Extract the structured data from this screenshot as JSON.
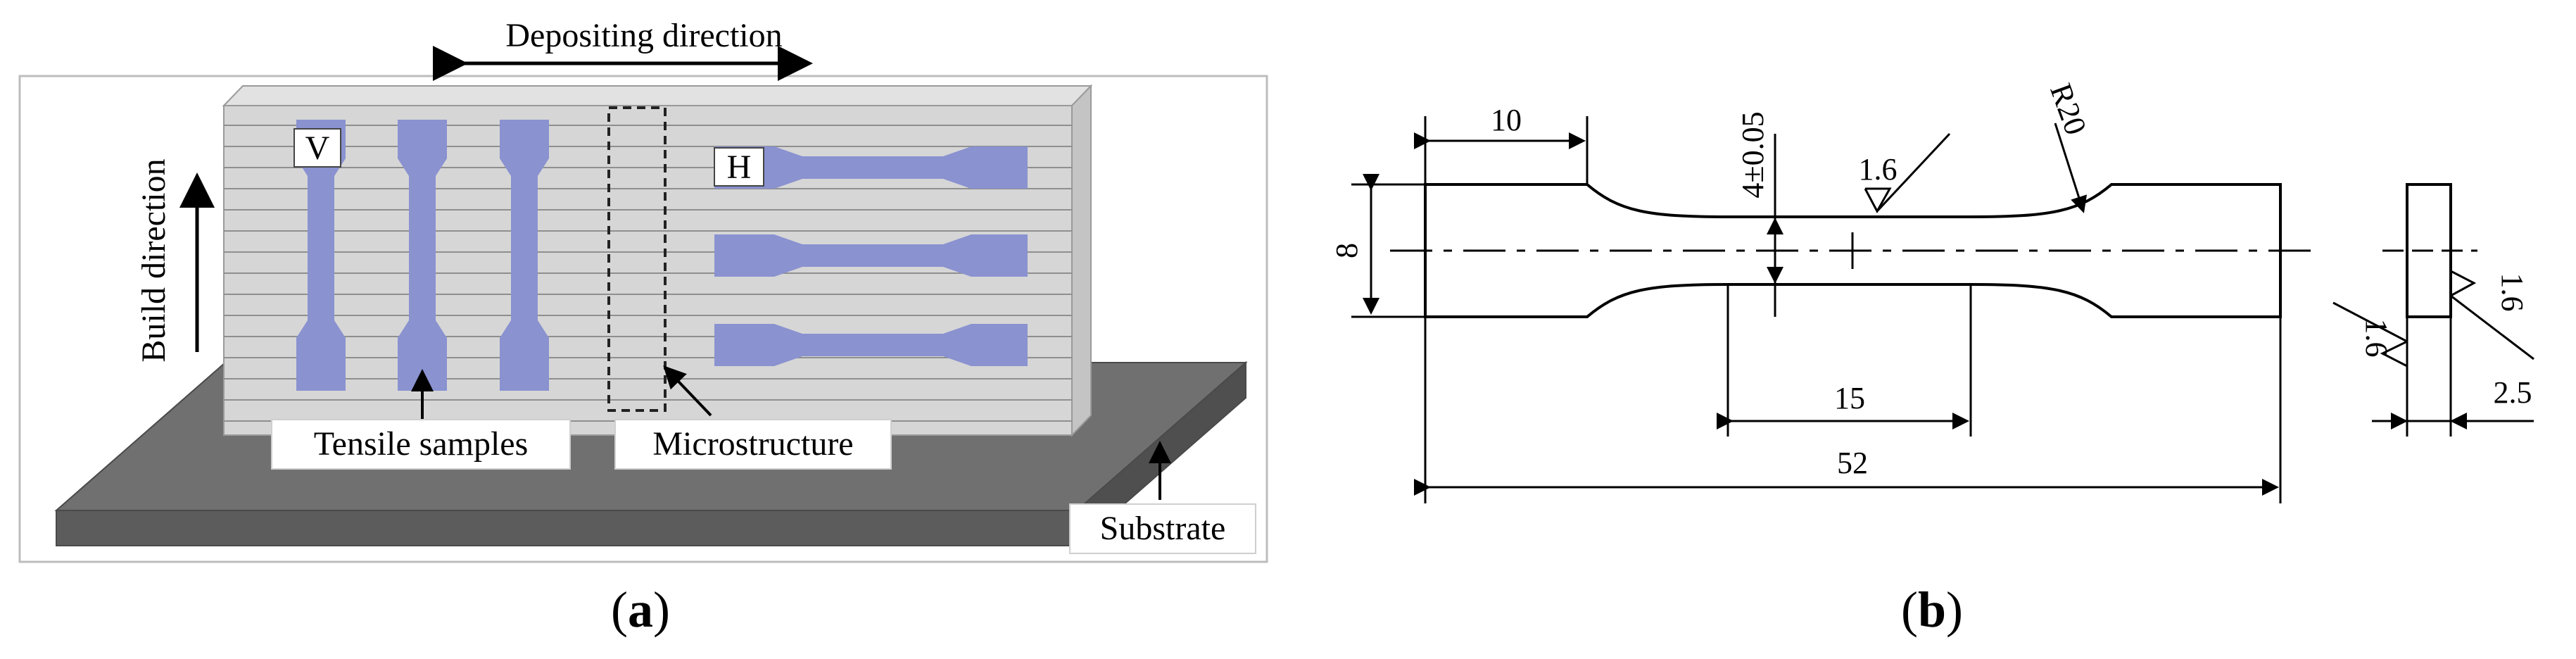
{
  "panel_a": {
    "caption_letter": "a",
    "depositing_direction": "Depositing direction",
    "build_direction": "Build direction",
    "label_v": "V",
    "label_h": "H",
    "tensile_samples": "Tensile samples",
    "microstructure": "Microstructure",
    "substrate": "Substrate",
    "colors": {
      "wall_face": "#d6d6d6",
      "wall_top": "#e4e4e4",
      "sample_fill": "#8a92d0",
      "substrate_top": "#6e6e6e",
      "substrate_front": "#5a5a5a"
    }
  },
  "panel_b": {
    "caption_letter": "b",
    "dim_grip_length": "10",
    "dim_gauge_width": "4±0.05",
    "dim_roughness": "1.6",
    "dim_radius": "R20",
    "dim_width": "8",
    "dim_gauge_length": "15",
    "dim_total_length": "52",
    "dim_thickness": "2.5",
    "dim_roughness_side_1": "1.6",
    "dim_roughness_side_2": "1.6"
  }
}
